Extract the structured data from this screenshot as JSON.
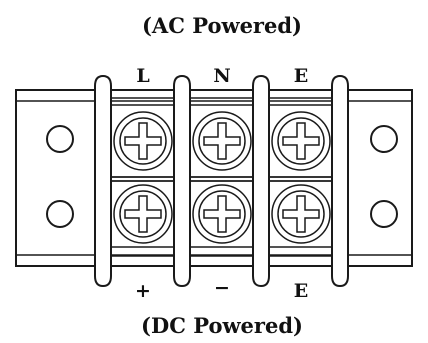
{
  "diagram": {
    "title_top": "(AC Powered)",
    "title_bottom": "(DC Powered)",
    "top_labels": [
      "L",
      "N",
      "E"
    ],
    "bottom_labels": [
      "+",
      "−",
      "E"
    ],
    "screw_icon": "phillips-screw-icon",
    "mount_hole_icon": "mounting-hole-icon",
    "stroke_color": "#1a1a1a"
  }
}
